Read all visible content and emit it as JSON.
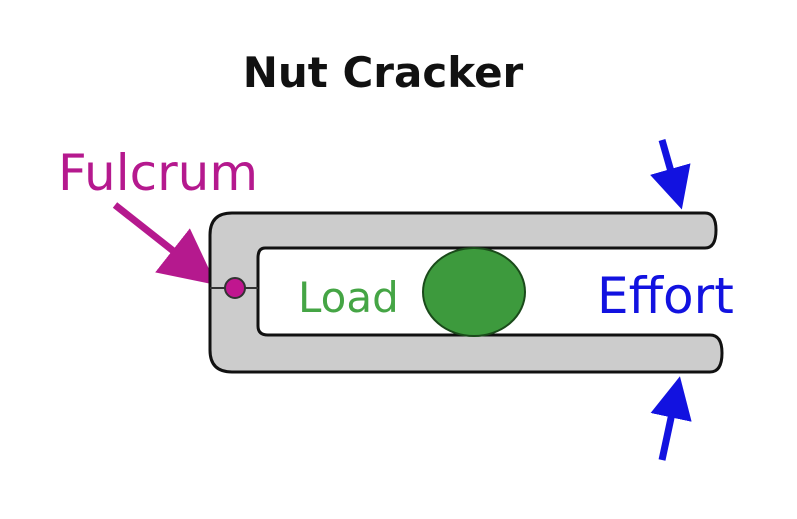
{
  "title": "Nut Cracker",
  "labels": {
    "fulcrum": "Fulcrum",
    "load": "Load",
    "effort": "Effort"
  },
  "colors": {
    "fulcrum": "#b5198e",
    "load": "#3d9a3d",
    "effort": "#1212e0",
    "lever": "#cccccc",
    "outline": "#111111"
  }
}
